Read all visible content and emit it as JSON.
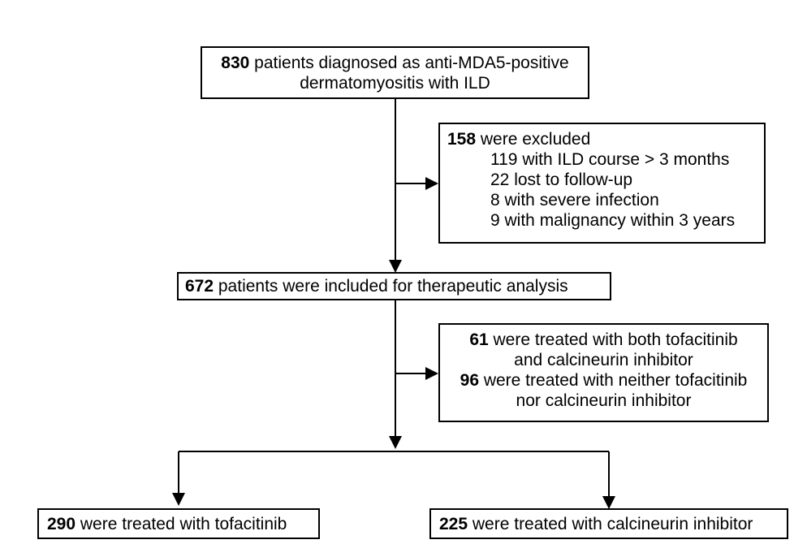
{
  "boxes": {
    "top": {
      "count": "830",
      "line1": " patients diagnosed as anti-MDA5-positive",
      "line2": "dermatomyositis with ILD"
    },
    "excluded": {
      "count": "158",
      "header": " were excluded",
      "reasons": [
        "119 with ILD course > 3 months",
        "22 lost to follow-up",
        "8 with severe infection",
        "9 with malignancy within 3 years"
      ]
    },
    "included": {
      "count": "672",
      "text": " patients were included for therapeutic analysis"
    },
    "combo": {
      "count1": "61",
      "line1": " were treated with both tofacitinib",
      "line2": "and calcineurin inhibitor",
      "count2": "96",
      "line3": " were treated with neither tofacitinib",
      "line4": "nor calcineurin inhibitor"
    },
    "tofa": {
      "count": "290",
      "text": " were treated with tofacitinib"
    },
    "cni": {
      "count": "225",
      "text": " were treated with calcineurin inhibitor"
    }
  }
}
